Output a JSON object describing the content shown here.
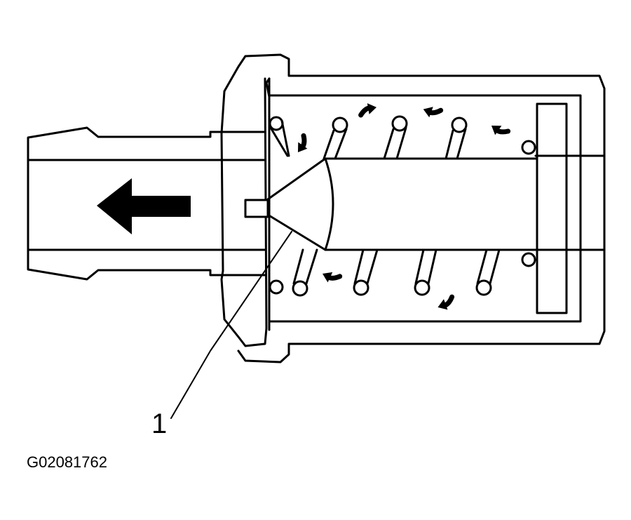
{
  "diagram": {
    "callouts": [
      {
        "id": "1",
        "label": "1",
        "target": "valve-plunger"
      }
    ],
    "figure_id": "G02081762",
    "colors": {
      "line": "#000000",
      "background": "#ffffff",
      "arrow": "#000000"
    },
    "icons": [
      "airflow-arrow-icon",
      "circulation-arrow-icon"
    ]
  }
}
